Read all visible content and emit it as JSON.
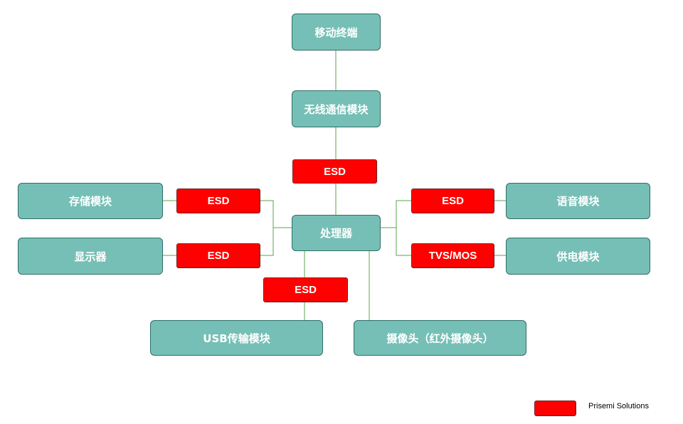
{
  "colors": {
    "module_fill": "#76bfb6",
    "module_border": "#2f6d68",
    "protection_fill": "#ff0000",
    "connector": "#5aa64b"
  },
  "modules": {
    "mobile_terminal": "移动终端",
    "wireless": "无线通信模块",
    "processor": "处理器",
    "storage": "存储模块",
    "display": "显示器",
    "voice": "语音模块",
    "power": "供电模块",
    "usb": "USB传输模块",
    "camera": "摄像头（红外摄像头）"
  },
  "protection": {
    "wireless_esd": "ESD",
    "storage_esd": "ESD",
    "display_esd": "ESD",
    "voice_esd": "ESD",
    "power_tvs": "TVS/MOS",
    "usb_esd": "ESD"
  },
  "legend": {
    "label": "Prisemi Solutions"
  }
}
